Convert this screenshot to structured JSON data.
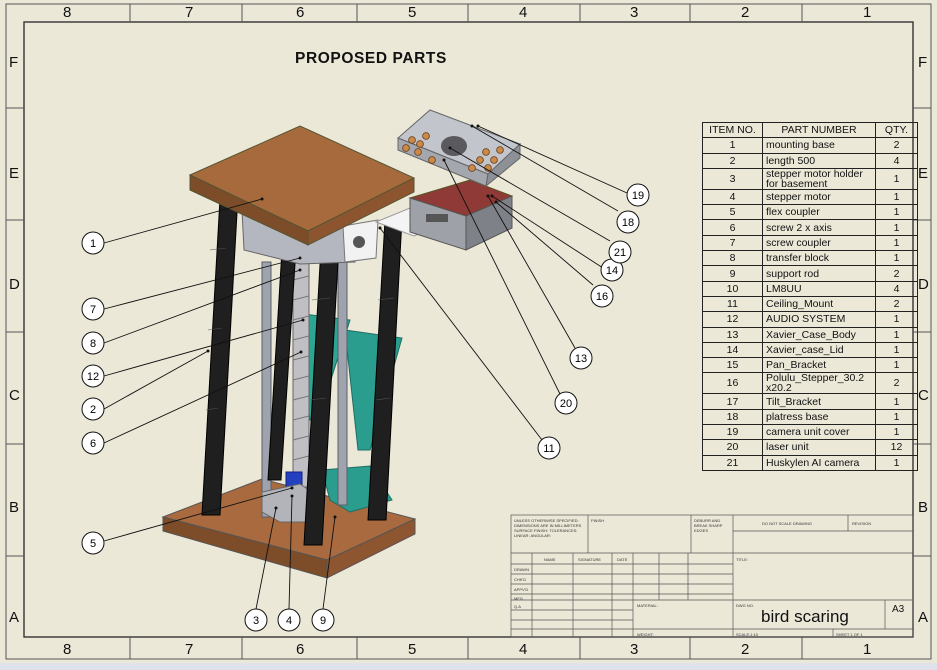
{
  "title": "PROPOSED PARTS",
  "zones": {
    "columns": [
      "8",
      "7",
      "6",
      "5",
      "4",
      "3",
      "2",
      "1"
    ],
    "rows": [
      "F",
      "E",
      "D",
      "C",
      "B",
      "A"
    ]
  },
  "bom": {
    "headers": [
      "ITEM NO.",
      "PART NUMBER",
      "QTY."
    ],
    "rows": [
      [
        "1",
        "mounting base",
        "2"
      ],
      [
        "2",
        "length 500",
        "4"
      ],
      [
        "3",
        "stepper motor holder for basement",
        "1"
      ],
      [
        "4",
        "stepper motor",
        "1"
      ],
      [
        "5",
        "flex coupler",
        "1"
      ],
      [
        "6",
        "screw 2 x axis",
        "1"
      ],
      [
        "7",
        "screw coupler",
        "1"
      ],
      [
        "8",
        "transfer block",
        "1"
      ],
      [
        "9",
        "support rod",
        "2"
      ],
      [
        "10",
        "LM8UU",
        "4"
      ],
      [
        "11",
        "Ceiling_Mount",
        "2"
      ],
      [
        "12",
        "AUDIO SYSTEM",
        "1"
      ],
      [
        "13",
        "Xavier_Case_Body",
        "1"
      ],
      [
        "14",
        "Xavier_case_Lid",
        "1"
      ],
      [
        "15",
        "Pan_Bracket",
        "1"
      ],
      [
        "16",
        "Polulu_Stepper_30.2 x20.2",
        "2"
      ],
      [
        "17",
        "Tilt_Bracket",
        "1"
      ],
      [
        "18",
        "platress base",
        "1"
      ],
      [
        "19",
        "camera unit cover",
        "1"
      ],
      [
        "20",
        "laser unit",
        "12"
      ],
      [
        "21",
        "Huskylen AI camera",
        "1"
      ]
    ]
  },
  "balloons": [
    "1",
    "7",
    "8",
    "12",
    "2",
    "6",
    "5",
    "3",
    "4",
    "9",
    "11",
    "20",
    "13",
    "16",
    "14",
    "21",
    "18",
    "19"
  ],
  "title_block": {
    "notes": "UNLESS OTHERWISE SPECIFIED: DIMENSIONS ARE IN MILLIMETERS SURFACE FINISH: TOLERANCES: LINEAR: ANGULAR:",
    "finish": "FINISH",
    "deburr": "DEBURR AND BREAK SHARP EDGES",
    "do_not_scale": "DO NOT SCALE DRAWING",
    "revision": "REVISION",
    "col_name": "NAME",
    "col_signature": "SIGNATURE",
    "col_date": "DATE",
    "row_drawn": "DRAWN",
    "row_chkd": "CHK'D",
    "row_appvd": "APPV'D",
    "row_mfg": "MFG",
    "row_qa": "Q.A",
    "title_label": "TITLE:",
    "material": "MATERIAL:",
    "dwg_no_label": "DWG NO.",
    "drawing_name": "bird scaring",
    "size": "A3",
    "weight": "WEIGHT:",
    "scale": "SCALE:1:10",
    "sheet": "SHEET 1 OF 1"
  },
  "colors": {
    "sheet": "#ece8d8",
    "wood": "#a4673c",
    "frame": "#1f1f1f",
    "horn": "#2a9d8f",
    "case": "#b6b6bc",
    "lid": "#8f3a36"
  }
}
